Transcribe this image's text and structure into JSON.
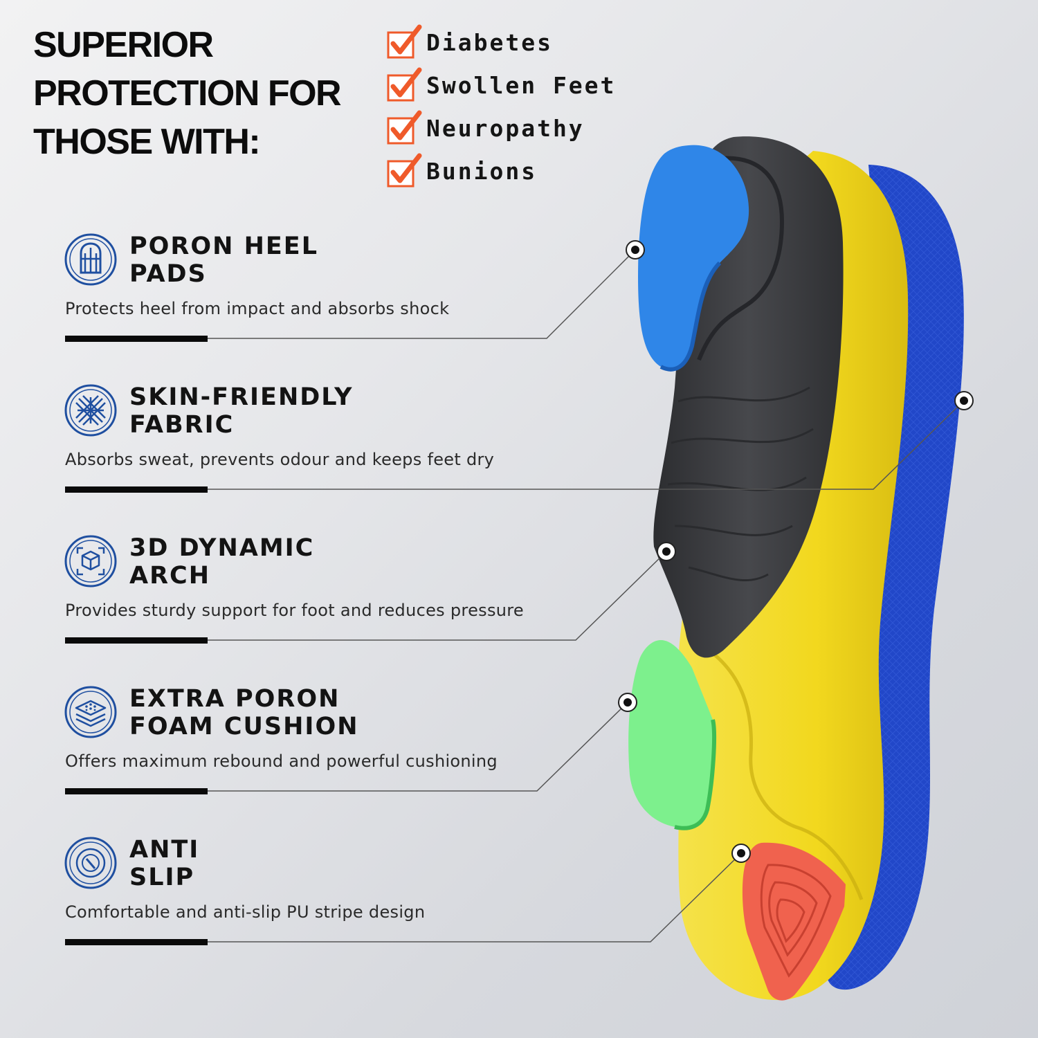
{
  "headline": {
    "lines": [
      "SUPERIOR",
      "PROTECTION FOR",
      "THOSE WITH:"
    ]
  },
  "conditions": [
    {
      "label": "Diabetes",
      "icon": "checkbox-checked-icon"
    },
    {
      "label": "Swollen Feet",
      "icon": "checkbox-checked-icon"
    },
    {
      "label": "Neuropathy",
      "icon": "checkbox-checked-icon"
    },
    {
      "label": "Bunions",
      "icon": "checkbox-checked-icon"
    }
  ],
  "features": [
    {
      "title": "PORON HEEL\nPADS",
      "description": "Protects heel from impact and absorbs shock",
      "icon": "heel-pad-icon"
    },
    {
      "title": "SKIN-FRIENDLY\nFABRIC",
      "description": "Absorbs sweat, prevents odour and keeps feet dry",
      "icon": "fabric-weave-icon"
    },
    {
      "title": "3D DYNAMIC\nARCH",
      "description": "Provides sturdy support for foot and reduces pressure",
      "icon": "3d-cube-icon"
    },
    {
      "title": "EXTRA PORON\nFOAM CUSHION",
      "description": "Offers maximum rebound and powerful cushioning",
      "icon": "foam-layers-icon"
    },
    {
      "title": "ANTI\nSLIP",
      "description": "Comfortable and anti-slip PU stripe design",
      "icon": "anti-slip-icon"
    }
  ],
  "colors": {
    "icon_blue": "#1f4fa0",
    "check_orange": "#ef5a2a",
    "insole_yellow": "#f2d81e",
    "insole_blue": "#2147c8",
    "arch_gray": "#3e3f42",
    "heel_pad_blue": "#2f86e8",
    "cushion_green": "#7df08d",
    "grip_red": "#f0624e"
  }
}
